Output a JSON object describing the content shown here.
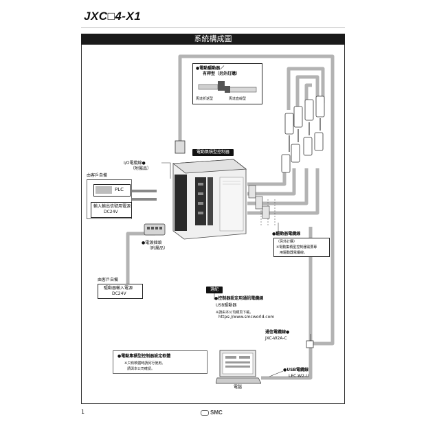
{
  "header": {
    "title": "JXC□4-X1"
  },
  "banner": {
    "label": "系統構成圖"
  },
  "actuator": {
    "title": "●電動驅動器／",
    "subtitle": "有桿型（另外訂購）",
    "motor_side": "馬達折返型",
    "motor_straight": "馬達直線型"
  },
  "controller": {
    "label": "電動集積型控制器"
  },
  "io_cable": {
    "title": "I/O電纜線●",
    "note": "（附屬品）"
  },
  "customer_left": {
    "label": "由客戶自備",
    "plc": "PLC",
    "power_label": "輸入輸出信號用電源",
    "power_value": "DC24V"
  },
  "power_plug": {
    "title": "●電源插頭",
    "note": "（附屬品）"
  },
  "customer_bottom": {
    "label": "由客戶自備",
    "power_label": "驅動器輸入電源",
    "power_value": "DC24V"
  },
  "actuator_cable": {
    "title": "●驅動器電纜線",
    "note1": "（另外訂購）",
    "note2": "※電動集積型控制器需要專",
    "note3": "用驅動器電纜線。"
  },
  "options": {
    "badge": "選配",
    "setup_kit": "●控制器設定用通訊電纜線",
    "usb_driver": "USB驅動器",
    "download_note": "※請由本公司網頁下載。",
    "url": "https://www.smcworld.com"
  },
  "comm_cable": {
    "title": "通信電纜線●",
    "code": "JXC-W2A-C"
  },
  "setting_kit": {
    "title": "●電動集積型控制器設定軟體",
    "note1": "※只有軟體時請另行使用。",
    "note2": "請與本公司確認。"
  },
  "pc": {
    "label": "電腦"
  },
  "usb_cable": {
    "title": "●USB電纜線",
    "code": "LEC-W2-U"
  },
  "footer": {
    "page": "1",
    "brand": "SMC"
  }
}
